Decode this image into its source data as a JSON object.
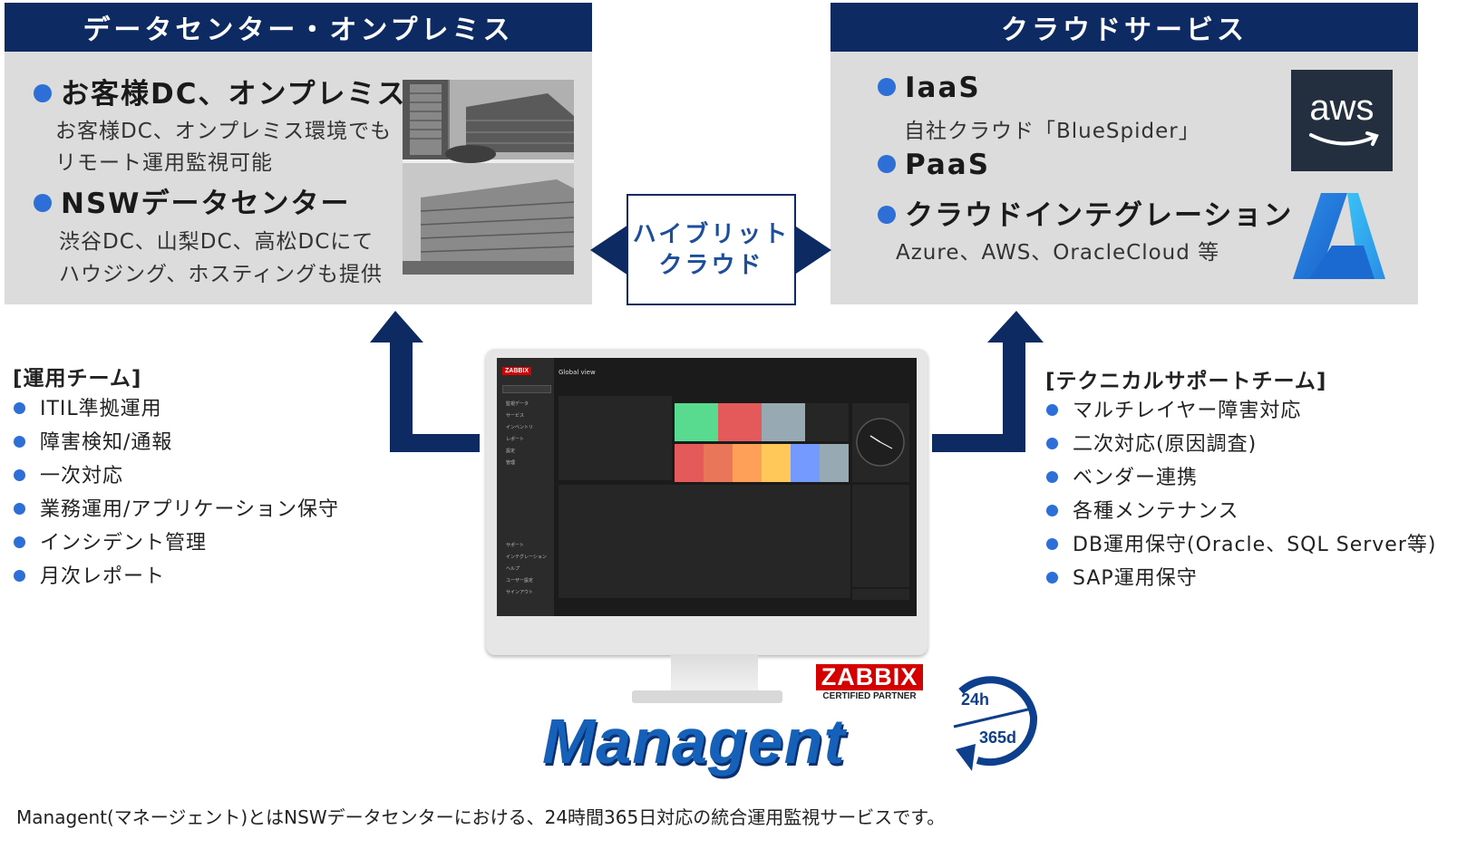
{
  "left_panel": {
    "header": "データセンター・オンプレミス",
    "sections": [
      {
        "title": "お客様DC、オンプレミス",
        "lines": [
          "お客様DC、オンプレミス環境でも",
          "リモート運用監視可能"
        ]
      },
      {
        "title": "NSWデータセンター",
        "lines": [
          "渋谷DC、山梨DC、高松DCにて",
          "ハウジング、ホスティングも提供"
        ]
      }
    ]
  },
  "right_panel": {
    "header": "クラウドサービス",
    "items": [
      {
        "title": "IaaS",
        "sub": "自社クラウド「BlueSpider」"
      },
      {
        "title": "PaaS",
        "sub": ""
      },
      {
        "title": "クラウドインテグレーション",
        "sub": "Azure、AWS、OracleCloud 等"
      }
    ],
    "aws_logo_text": "aws"
  },
  "hybrid": {
    "line1": "ハイブリット",
    "line2": "クラウド"
  },
  "ops_team": {
    "title": "[運用チーム]",
    "items": [
      "ITIL準拠運用",
      "障害検知/通報",
      "一次対応",
      "業務運用/アプリケーション保守",
      "インシデント管理",
      "月次レポート"
    ]
  },
  "tech_team": {
    "title": "[テクニカルサポートチーム]",
    "items": [
      "マルチレイヤー障害対応",
      "二次対応(原因調査)",
      "ベンダー連携",
      "各種メンテナンス",
      "DB運用保守(Oracle、SQL Server等)",
      "SAP運用保守"
    ]
  },
  "screen": {
    "app_name": "ZABBIX",
    "view_title": "Global view",
    "menu": [
      "監視データ",
      "サービス",
      "インベントリ",
      "レポート",
      "設定",
      "管理"
    ],
    "bottom_menu": [
      "サポート",
      "インテグレーション",
      "ヘルプ",
      "ユーザー設定",
      "サインアウト"
    ]
  },
  "zabbix_badge": {
    "logo": "ZABBIX",
    "caption": "CERTIFIED PARTNER"
  },
  "brand": "Managent",
  "badge_24": {
    "top": "24h",
    "bottom": "365d"
  },
  "footer": "Managent(マネージェント)とはNSWデータセンターにおける、24時間365日対応の統合運用監視サービスです。",
  "colors": {
    "navy": "#0e2a63",
    "accent_blue": "#2d6fd6",
    "panel_gray": "#dcdcdc",
    "aws_bg": "#232f3e",
    "zabbix_red": "#d40000"
  }
}
